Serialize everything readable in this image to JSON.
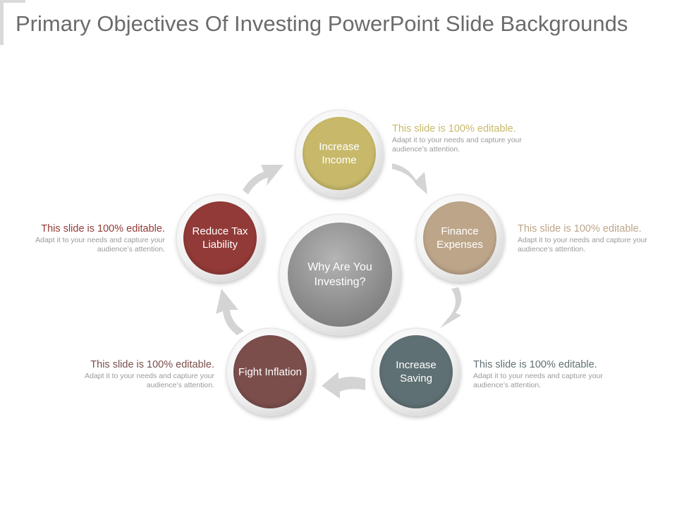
{
  "title": "Primary Objectives Of Investing PowerPoint Slide Backgrounds",
  "center": {
    "label": "Why Are You Investing?",
    "color": "#8e8e8e"
  },
  "nodes": [
    {
      "label": "Increase Income",
      "color": "#c8b96a"
    },
    {
      "label": "Finance Expenses",
      "color": "#bda58a"
    },
    {
      "label": "Increase Saving",
      "color": "#5f7074"
    },
    {
      "label": "Fight Inflation",
      "color": "#7b4e4c"
    },
    {
      "label": "Reduce Tax Liability",
      "color": "#923a37"
    }
  ],
  "callouts": [
    {
      "head": "This slide is 100% editable.",
      "body": "Adapt it to your needs and capture your audience’s attention.",
      "color": "#c8b96a"
    },
    {
      "head": "This slide is 100% editable.",
      "body": "Adapt it to your needs and capture your audience’s attention.",
      "color": "#bda58a"
    },
    {
      "head": "This slide is 100% editable.",
      "body": "Adapt it to your needs and capture your audience’s attention.",
      "color": "#5f7074"
    },
    {
      "head": "This slide is 100% editable.",
      "body": "Adapt it to your needs and capture your audience’s attention.",
      "color": "#7b4e4c"
    },
    {
      "head": "This slide is 100% editable.",
      "body": "Adapt it to your needs and capture your audience’s attention.",
      "color": "#923a37"
    }
  ],
  "arrow_color": "#d4d4d4"
}
